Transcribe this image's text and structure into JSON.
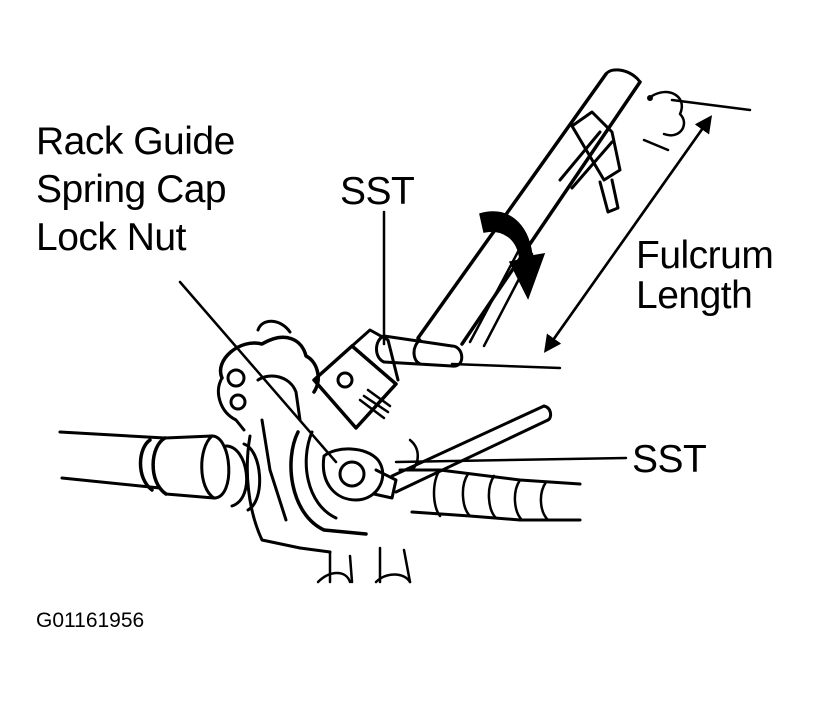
{
  "labels": {
    "lock_nut_line1": "Rack Guide",
    "lock_nut_line2": "Spring Cap",
    "lock_nut_line3": "Lock Nut",
    "sst_upper": "SST",
    "fulcrum_line1": "Fulcrum",
    "fulcrum_line2": "Length",
    "sst_lower": "SST"
  },
  "figure_id": "G01161956",
  "colors": {
    "ink": "#000000",
    "paper": "#ffffff"
  }
}
